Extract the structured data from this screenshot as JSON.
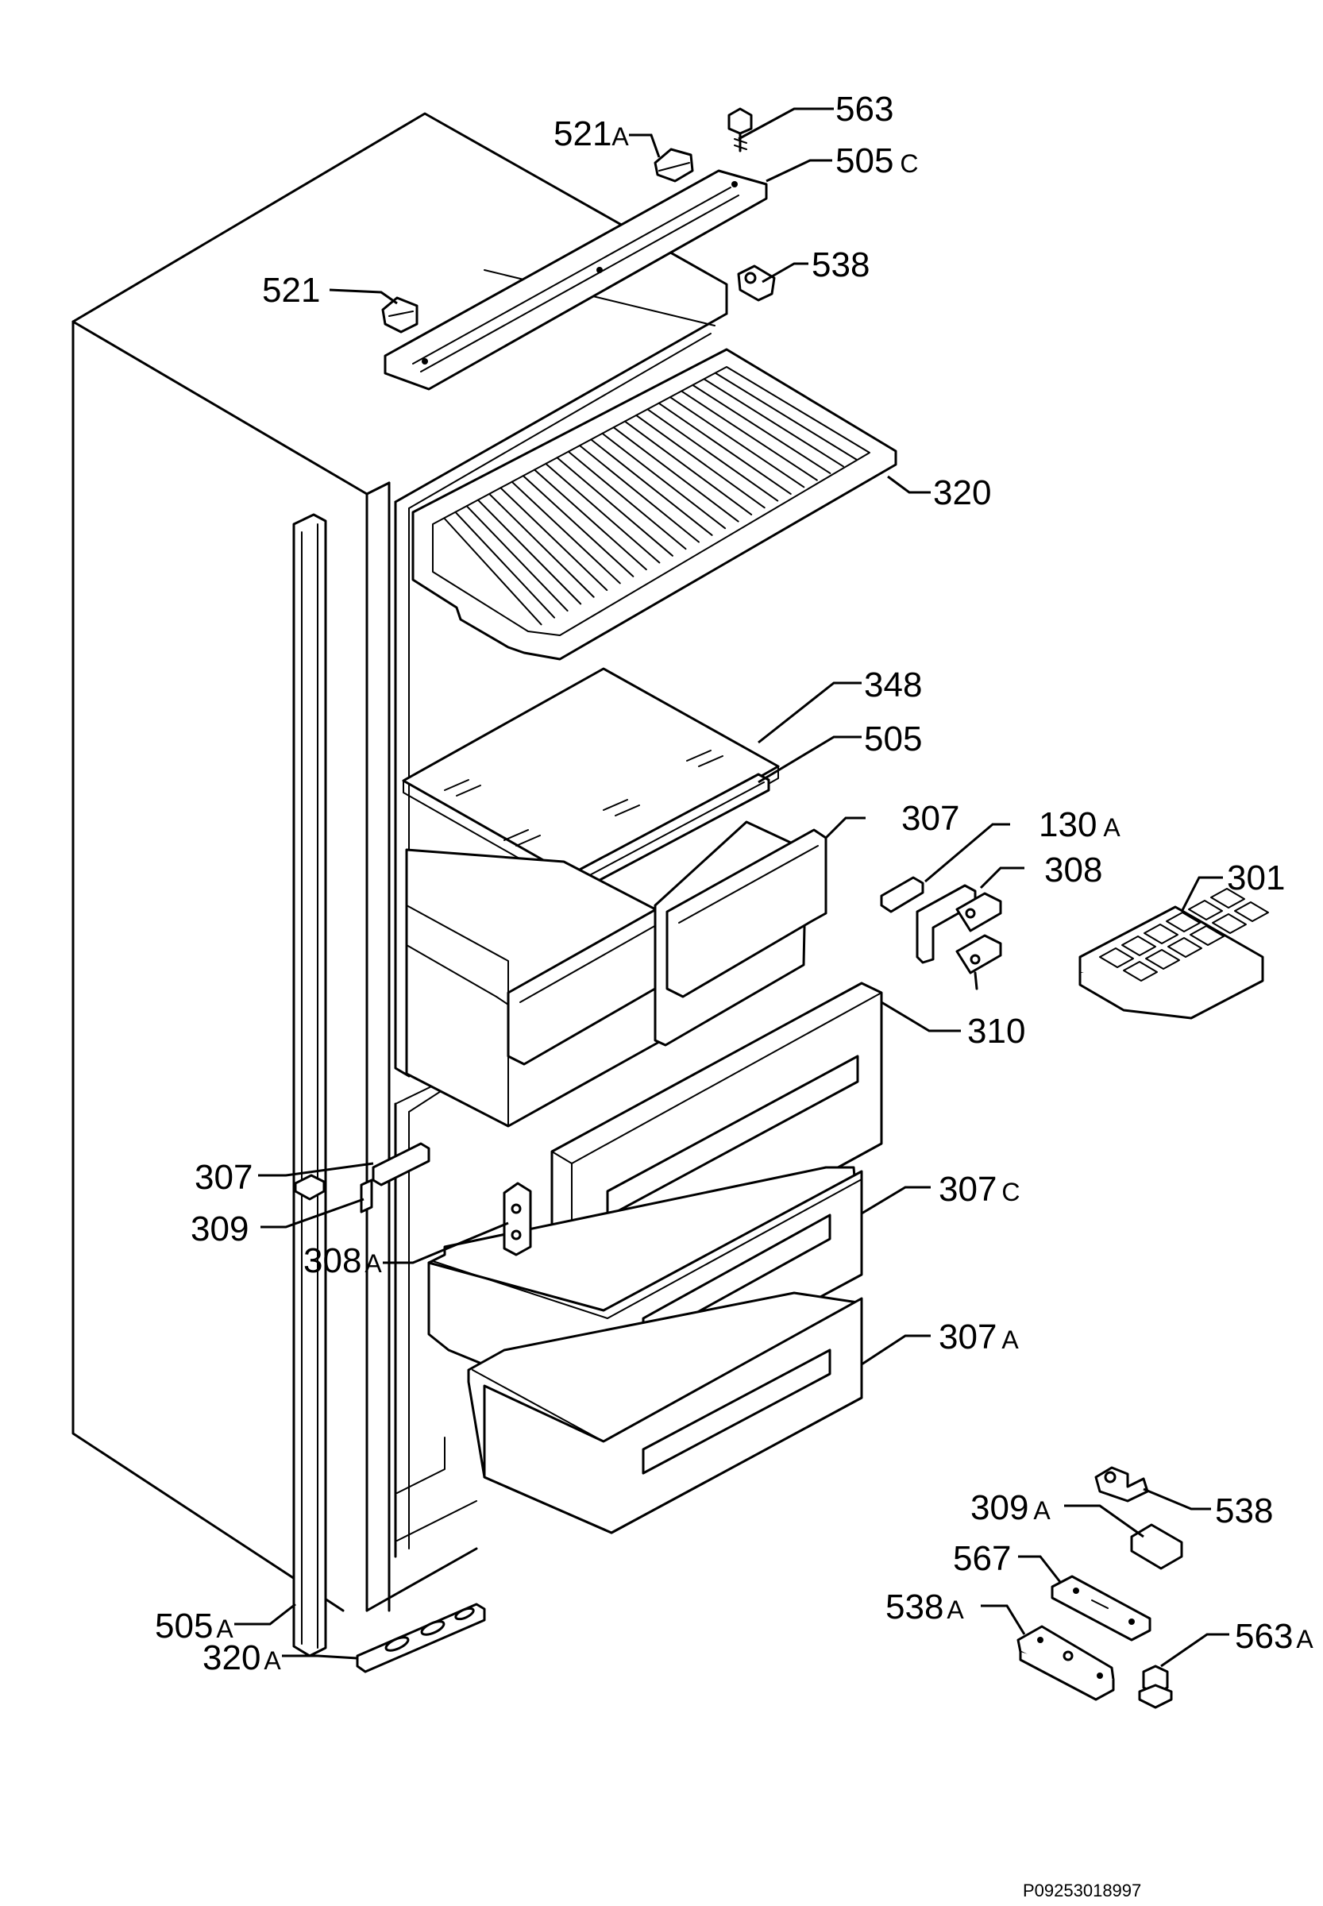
{
  "labels": [
    {
      "id": "563",
      "num": "563",
      "suffix": ""
    },
    {
      "id": "521a",
      "num": "521",
      "suffix": "A"
    },
    {
      "id": "505c",
      "num": "505",
      "suffix": "C"
    },
    {
      "id": "521",
      "num": "521",
      "suffix": ""
    },
    {
      "id": "538-top",
      "num": "538",
      "suffix": ""
    },
    {
      "id": "320",
      "num": "320",
      "suffix": ""
    },
    {
      "id": "348",
      "num": "348",
      "suffix": ""
    },
    {
      "id": "505",
      "num": "505",
      "suffix": ""
    },
    {
      "id": "307-right",
      "num": "307",
      "suffix": ""
    },
    {
      "id": "130a",
      "num": "130",
      "suffix": "A"
    },
    {
      "id": "308",
      "num": "308",
      "suffix": ""
    },
    {
      "id": "301",
      "num": "301",
      "suffix": ""
    },
    {
      "id": "310",
      "num": "310",
      "suffix": ""
    },
    {
      "id": "307-left",
      "num": "307",
      "suffix": ""
    },
    {
      "id": "309",
      "num": "309",
      "suffix": ""
    },
    {
      "id": "308a",
      "num": "308",
      "suffix": "A"
    },
    {
      "id": "307c",
      "num": "307",
      "suffix": "C"
    },
    {
      "id": "307a",
      "num": "307",
      "suffix": "A"
    },
    {
      "id": "538-bottom",
      "num": "538",
      "suffix": ""
    },
    {
      "id": "309a",
      "num": "309",
      "suffix": "A"
    },
    {
      "id": "567",
      "num": "567",
      "suffix": ""
    },
    {
      "id": "538a",
      "num": "538",
      "suffix": "A"
    },
    {
      "id": "563a",
      "num": "563",
      "suffix": "A"
    },
    {
      "id": "505a",
      "num": "505",
      "suffix": "A"
    },
    {
      "id": "320a",
      "num": "320",
      "suffix": "A"
    }
  ],
  "reference_code": "P09253018997"
}
